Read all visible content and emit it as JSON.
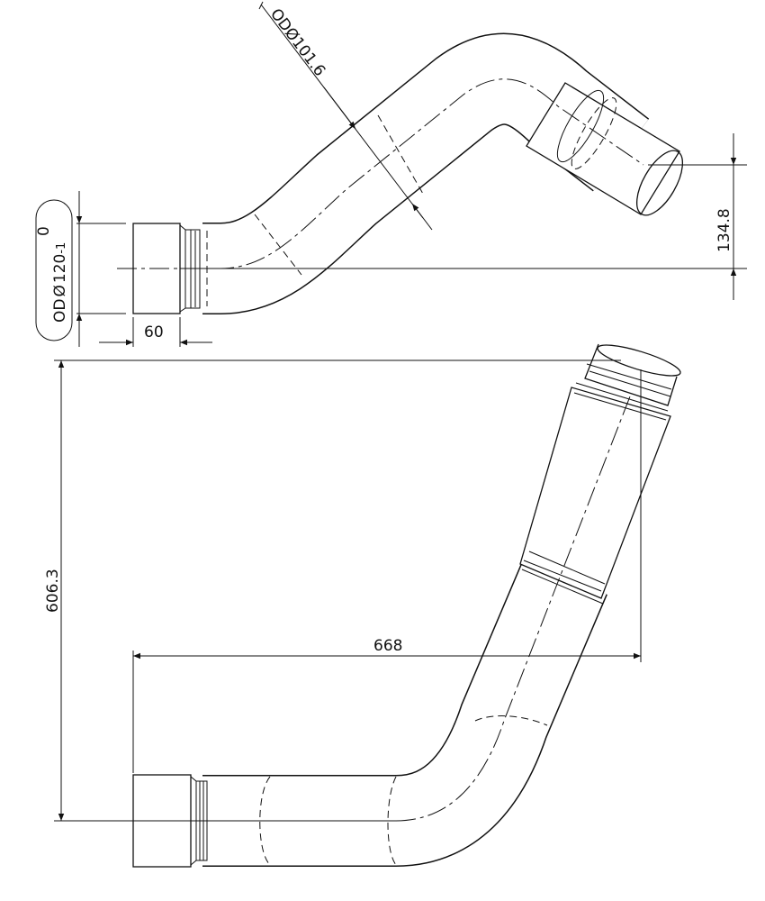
{
  "drawing": {
    "dimensions": {
      "od_end": {
        "prefix": "OD",
        "symbol": "Ø",
        "value": "120",
        "tol_upper": "0",
        "tol_lower": "-1"
      },
      "od_pipe": "ODØ101.6",
      "end_length": "60",
      "offset_height": "134.8",
      "overall_height": "606.3",
      "overall_length": "668"
    },
    "colors": {
      "line": "#111111",
      "background": "#ffffff"
    }
  }
}
